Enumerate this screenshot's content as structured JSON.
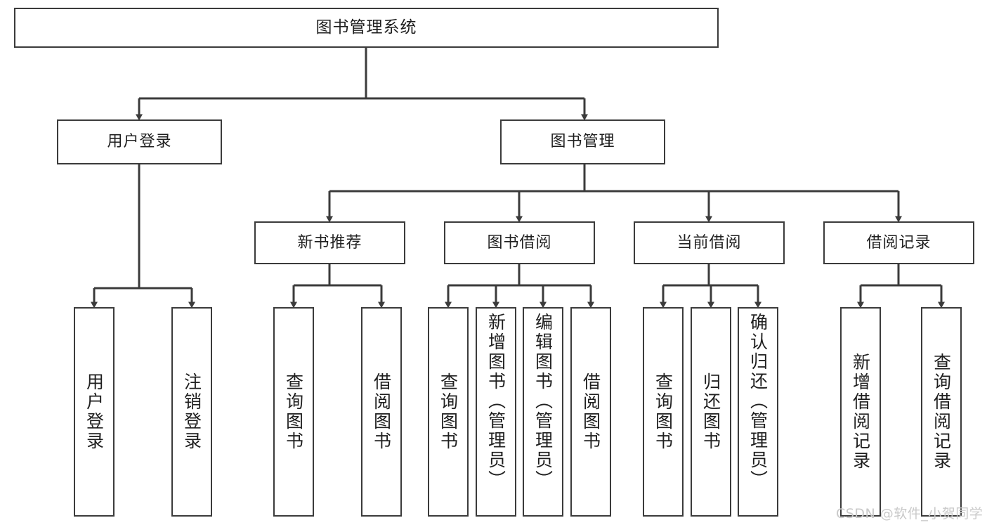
{
  "diagram": {
    "type": "tree-hierarchy-chart",
    "title": "图书管理系统",
    "background_color": "#ffffff",
    "line_color": "#3b3b3b",
    "box_border_color": "#3b3b3b",
    "text_color": "#1f1f1f",
    "levels": 4
  },
  "root": {
    "label": "图书管理系统"
  },
  "level2": [
    {
      "id": "user-login",
      "label": "用户登录"
    },
    {
      "id": "book-management",
      "label": "图书管理"
    }
  ],
  "level3": [
    {
      "id": "new-book-recommend",
      "label": "新书推荐"
    },
    {
      "id": "book-borrow",
      "label": "图书借阅"
    },
    {
      "id": "current-borrow",
      "label": "当前借阅"
    },
    {
      "id": "borrow-record",
      "label": "借阅记录"
    }
  ],
  "leaves": {
    "user_login": [
      {
        "id": "leaf-user-login",
        "label": "用户登录"
      },
      {
        "id": "leaf-logout-login",
        "label": "注销登录"
      }
    ],
    "new_book_recommend": [
      {
        "id": "leaf-query-book-1",
        "label": "查询图书"
      },
      {
        "id": "leaf-borrow-book-1",
        "label": "借阅图书"
      }
    ],
    "book_borrow": [
      {
        "id": "leaf-query-book-2",
        "label": "查询图书"
      },
      {
        "id": "leaf-add-book",
        "label": "新增图书（管理员）"
      },
      {
        "id": "leaf-edit-book",
        "label": "编辑图书（管理员）"
      },
      {
        "id": "leaf-borrow-book-2",
        "label": "借阅图书"
      }
    ],
    "current_borrow": [
      {
        "id": "leaf-query-book-3",
        "label": "查询图书"
      },
      {
        "id": "leaf-return-book",
        "label": "归还图书"
      },
      {
        "id": "leaf-confirm-return",
        "label": "确认归还（管理员）"
      }
    ],
    "borrow_record": [
      {
        "id": "leaf-add-borrow-record",
        "label": "新增借阅记录"
      },
      {
        "id": "leaf-query-borrow-record",
        "label": "查询借阅记录"
      }
    ]
  },
  "watermark": {
    "text": "CSDN @软件_小贺同学",
    "color": "#c9c9c9"
  }
}
